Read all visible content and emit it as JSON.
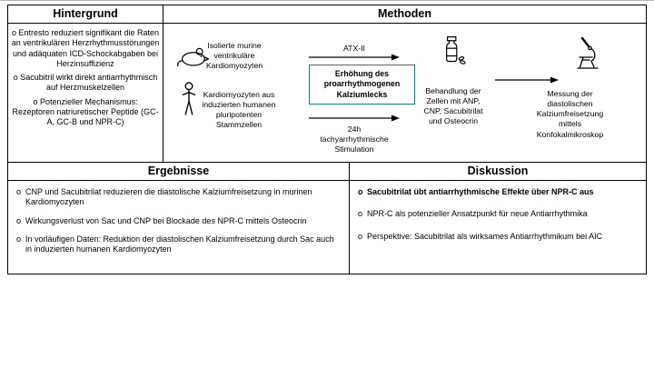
{
  "colors": {
    "accent": "#2a7b7c"
  },
  "sections": {
    "hintergrund": {
      "title": "Hintergrund",
      "items": [
        "Entresto reduziert signifikant die Raten an ventrikulären Herzrhythmusstörungen und adäquaten ICD-Schockabgaben bei Herzinsuffizienz",
        "Sacubitril wirkt direkt antiarrhythmisch auf Herzmuskelzellen",
        "Potenzieller Mechanismus: Rezeptoren natriuretischer Peptide (GC-A, GC-B und NPR-C)"
      ]
    },
    "methoden": {
      "title": "Methoden",
      "murine_label": "Isolierte murine ventrikuläre Kardiomyozyten",
      "ipsc_label": "Kardiomyozyten aus induzierten humanen pluripotenten Stammzellen",
      "arrow_top_label": "ATX-II",
      "center_box_label": "Erhöhung des proarrhythmogenen Kalziumlecks",
      "arrow_bottom_label": "24h tachyarrhythmische Stimulation",
      "treatment_label": "Behandlung der Zellen mit ANP, CNP, Sacubitrilat und Osteocrin",
      "measurement_label": "Messung der diastolischen Kalziumfreisetzung mittels Konfokalmikroskop"
    },
    "ergebnisse": {
      "title": "Ergebnisse",
      "items": [
        "CNP und Sacubitrilat reduzieren die diastolische Kalziumfreisetzung in murinen Kardiomyozyten",
        "Wirkungsverlust von Sac und CNP bei Blockade des NPR-C mittels Osteocrin",
        "In vorläufigen Daten: Reduktion der diastolischen Kalziumfreisetzung durch Sac auch in induzierten humanen Kardiomyozyten"
      ]
    },
    "diskussion": {
      "title": "Diskussion",
      "items": [
        "Sacubitrilat übt antiarrhythmische Effekte über NPR-C aus",
        "NPR-C als potenzieller Ansatzpunkt für neue Antiarrhythmika",
        "Perspektive: Sacubitrilat als wirksames Antiarrhythmikum bei AIC"
      ]
    }
  },
  "icons": {
    "mouse-icon": "mouse",
    "human-icon": "person",
    "pill-bottle-icon": "medication bottle",
    "microscope-icon": "confocal microscope",
    "arrow-icon": "right arrow"
  }
}
